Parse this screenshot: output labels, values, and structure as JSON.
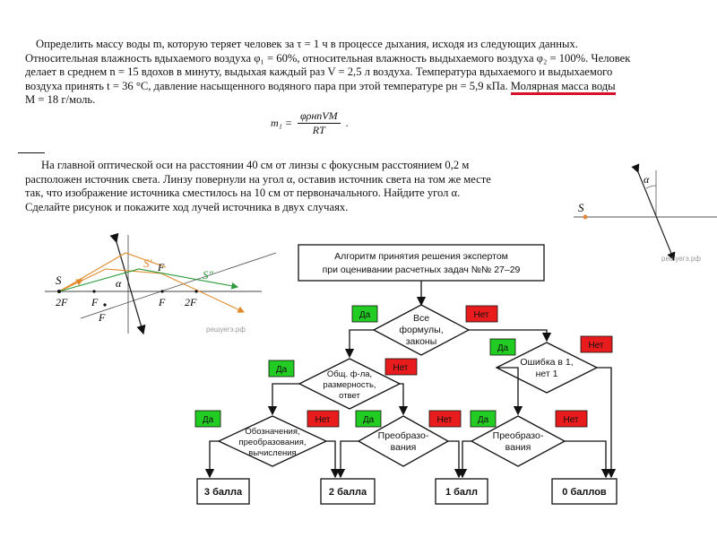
{
  "problem1": {
    "l1": "Определить массу воды m, которую теряет человек за τ = 1 ч в процессе дыхания, исходя из следующих данных.",
    "l2": "Относительная влажность вдыхаемого воздуха φ₁ = 60%, относительная влажность выдыхаемого воздуха φ₂ = 100%. Человек",
    "l3": "делает в среднем n = 15 вдохов в минуту, выдыхая каждый раз V = 2,5 л воздуха. Температура вдыхаемого и выдыхаемого",
    "l4a": "воздуха принять t = 36 °C, давление насыщенного водяного пара при этой температуре pн = 5,9 кПа.",
    "l4b": "Молярная масса воды",
    "l5": "M = 18 г/моль."
  },
  "formula": {
    "lhs": "m₁ =",
    "num": "φρнпVM",
    "den": "RT",
    "end": "."
  },
  "problem2": {
    "l1": "На главной оптической оси на расстоянии 40 см от линзы с фокусным расстоянием 0,2 м",
    "l2": "расположен источник света. Линзу повернули на угол α, оставив источник света на том же месте",
    "l3": "так, что изображение источника сместилось на 10 см от первоначального. Найдите угол α.",
    "l4": "Сделайте рисунок и покажите ход лучей источника в двух случаях."
  },
  "right_diagram": {
    "alpha": "α",
    "source": "S",
    "watermark": "решуегэ.рф"
  },
  "ray_diagram": {
    "S": "S",
    "S1": "S′",
    "S2": "S″",
    "F_top": "F",
    "alpha": "α",
    "twoF_left": "2F",
    "F_left": "F",
    "F_lower": "F",
    "F_right": "F",
    "twoF_right": "2F",
    "watermark": "решуегэ.рф"
  },
  "flowchart": {
    "title1": "Алгоритм принятия решения экспертом",
    "title2": "при оценивании расчетных задач №№ 27–29",
    "q_all": [
      "Все",
      "формулы,",
      "законы"
    ],
    "q_general": [
      "Общ. ф-ла,",
      "размерность,",
      "ответ"
    ],
    "q_notation": [
      "Обозначения,",
      "преобразования,",
      "вычисления"
    ],
    "q_transform1": [
      "Преобразо-",
      "вания"
    ],
    "q_transform2": [
      "Преобразо-",
      "вания"
    ],
    "q_error": [
      "Ошибка в 1,",
      "нет 1"
    ],
    "yes": "Да",
    "no": "Нет",
    "r3": "3 балла",
    "r2": "2 балла",
    "r1": "1 балл",
    "r0": "0 баллов",
    "yes_color": "#22cc22",
    "no_color": "#e81c1c"
  }
}
